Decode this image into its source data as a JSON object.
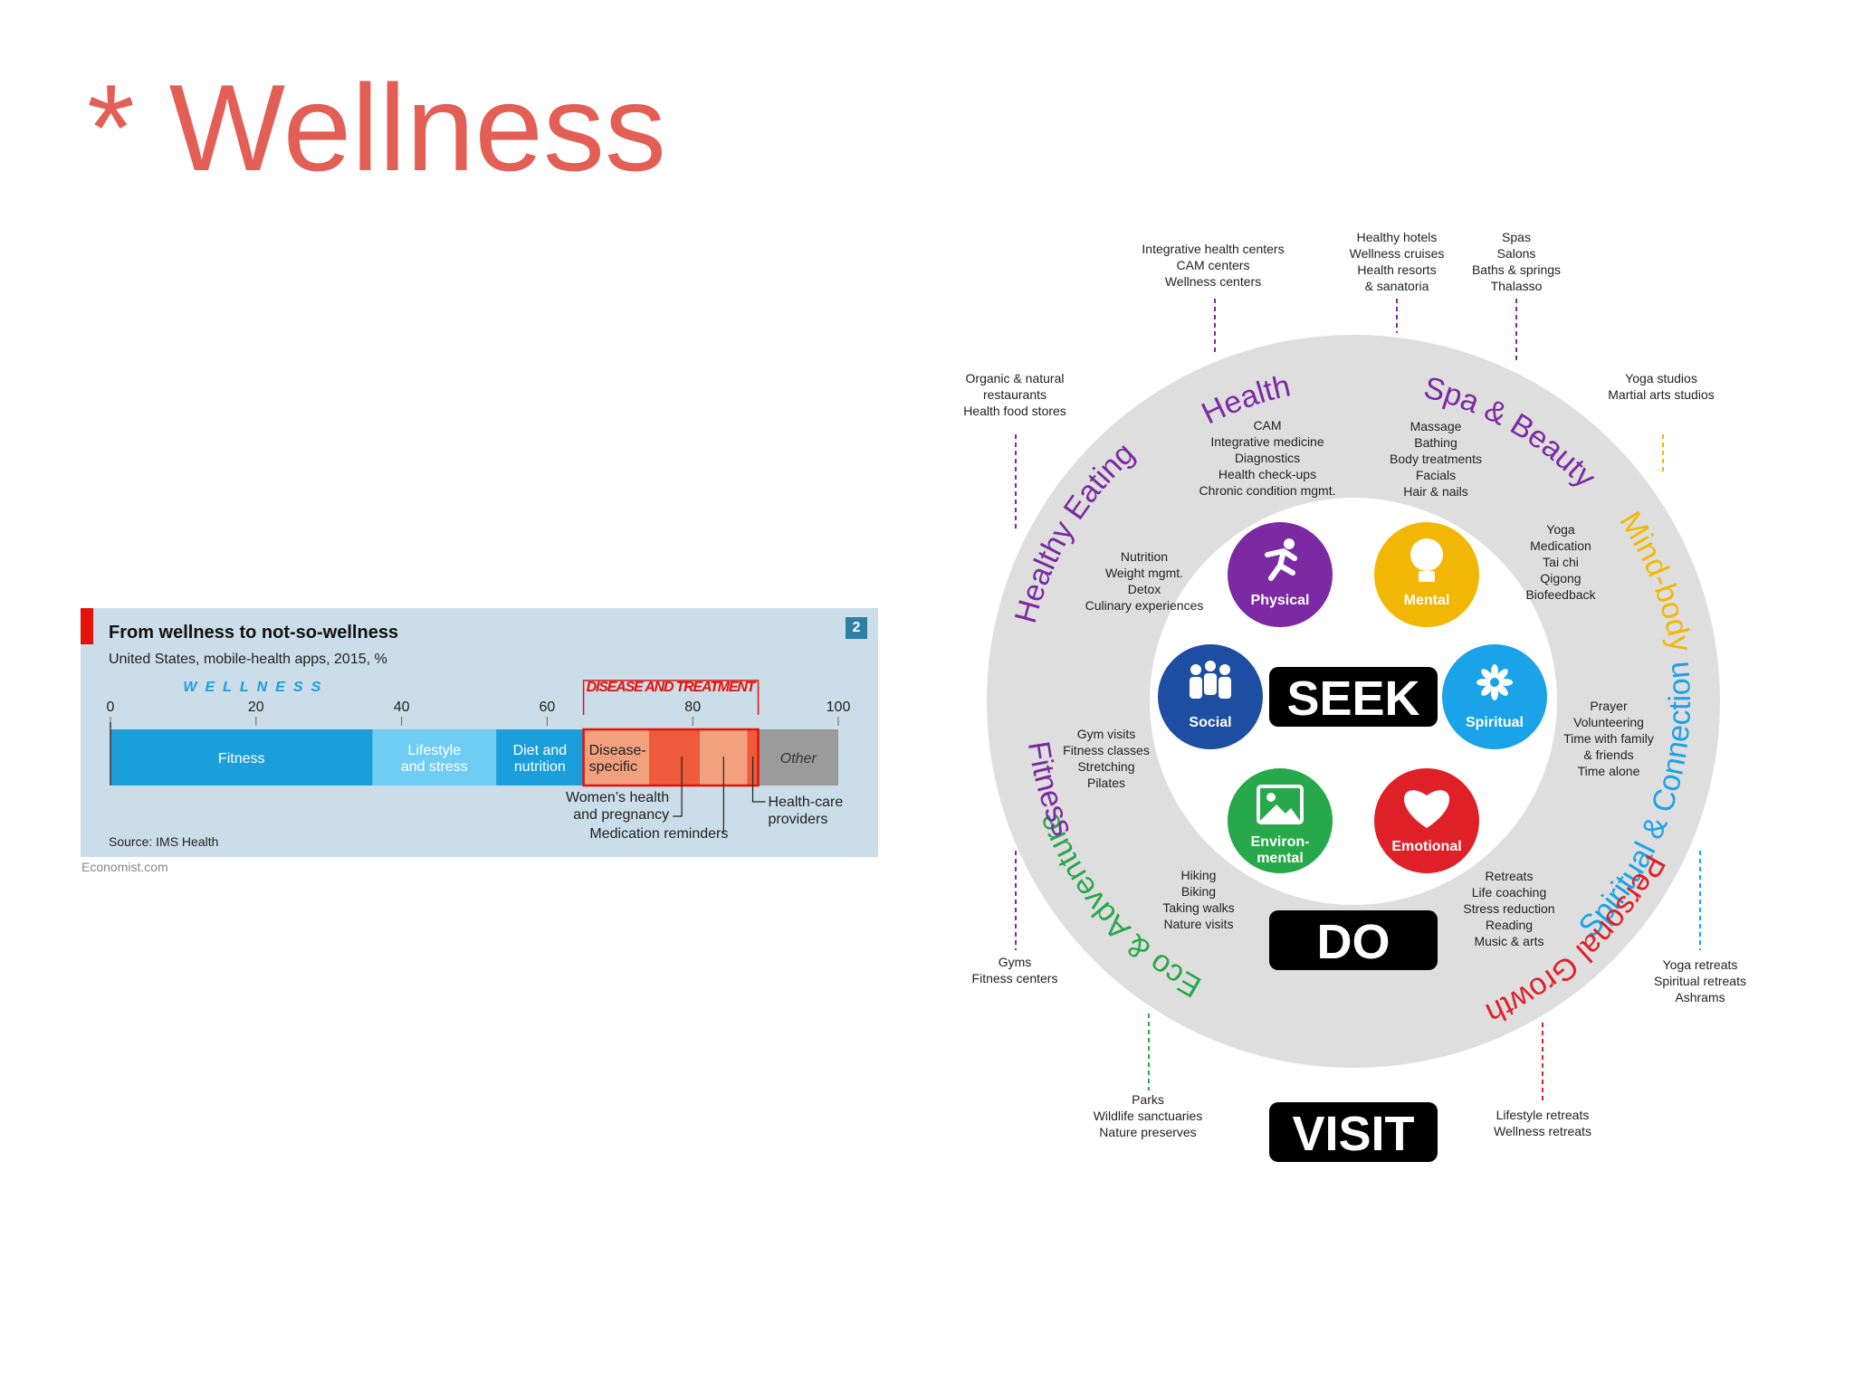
{
  "slide_title": "* Wellness",
  "chart_data": {
    "type": "bar",
    "title": "From wellness to not-so-wellness",
    "subtitle": "United States, mobile-health apps, 2015, %",
    "badge": "2",
    "source": "Source: IMS Health",
    "credit": "Economist.com",
    "xlim": [
      0,
      100
    ],
    "ticks": [
      0,
      20,
      40,
      60,
      80,
      100
    ],
    "group_labels": [
      {
        "label": "WELLNESS",
        "start": 0,
        "end": 40
      },
      {
        "label": "DISEASE AND TREATMENT",
        "start": 65,
        "end": 89
      }
    ],
    "segments": [
      {
        "label": "Fitness",
        "start": 0,
        "end": 36,
        "color": "#1a9fdb"
      },
      {
        "label": "Lifestyle and stress",
        "start": 36,
        "end": 53,
        "color": "#6fcdf4"
      },
      {
        "label": "Diet and nutrition",
        "start": 53,
        "end": 65,
        "color": "#1a9fdb"
      },
      {
        "label": "Disease-specific",
        "start": 65,
        "end": 74,
        "color": "#f2a07e"
      },
      {
        "label": "Women’s health and pregnancy",
        "start": 74,
        "end": 81,
        "color": "#ef5a3a"
      },
      {
        "label": "Medication reminders",
        "start": 81,
        "end": 87.5,
        "color": "#f2a07e"
      },
      {
        "label": "Health-care providers",
        "start": 87.5,
        "end": 89,
        "color": "#ef5a3a"
      },
      {
        "label": "Other",
        "start": 89,
        "end": 100,
        "color": "#9b9b9b"
      }
    ],
    "callouts": [
      "Women’s health and pregnancy",
      "Medication reminders",
      "Health-care providers"
    ]
  },
  "diagram": {
    "center_labels": {
      "seek": "SEEK",
      "do": "DO",
      "visit": "VISIT"
    },
    "colors": {
      "physical": "#7b2aa3",
      "mental": "#f2b705",
      "social": "#1d4ea1",
      "spiritual": "#1aa3e8",
      "environmental": "#27a84a",
      "emotional": "#e02027",
      "ring": "#dedede"
    },
    "dimensions": [
      {
        "key": "physical",
        "label": "Physical",
        "icon": "running-person-icon"
      },
      {
        "key": "mental",
        "label": "Mental",
        "icon": "lightbulb-icon"
      },
      {
        "key": "social",
        "label": "Social",
        "icon": "people-icon"
      },
      {
        "key": "spiritual",
        "label": "Spiritual",
        "icon": "lotus-icon"
      },
      {
        "key": "environmental",
        "label": "Environ-\nmental",
        "icon": "landscape-icon"
      },
      {
        "key": "emotional",
        "label": "Emotional",
        "icon": "heart-icon"
      }
    ],
    "sectors": [
      {
        "label": "Health",
        "color": "#7b2aa3",
        "do_items": [
          "CAM",
          "Integrative medicine",
          "Diagnostics",
          "Health check-ups",
          "Chronic condition mgmt."
        ],
        "visit_items": [
          "Integrative health centers",
          "CAM centers",
          "Wellness centers"
        ]
      },
      {
        "label": "Spa & Beauty",
        "color": "#7b2aa3",
        "do_items": [
          "Massage",
          "Bathing",
          "Body treatments",
          "Facials",
          "Hair & nails"
        ],
        "visit_items": [
          "Spas",
          "Salons",
          "Baths & springs",
          "Thalasso"
        ]
      },
      {
        "label": "Mind-body",
        "color": "#f2b705",
        "do_items": [
          "Yoga",
          "Medication",
          "Tai chi",
          "Qigong",
          "Biofeedback"
        ],
        "visit_items": [
          "Yoga studios",
          "Martial arts studios"
        ]
      },
      {
        "label": "Spiritual & Connection",
        "color": "#1aa3e8",
        "do_items": [
          "Prayer",
          "Volunteering",
          "Time with family",
          "& friends",
          "Time alone"
        ],
        "visit_items": [
          "Yoga retreats",
          "Spiritual retreats",
          "Ashrams"
        ]
      },
      {
        "label": "Personal Growth",
        "color": "#e02027",
        "do_items": [
          "Retreats",
          "Life coaching",
          "Stress reduction",
          "Reading",
          "Music & arts"
        ],
        "visit_items": [
          "Lifestyle retreats",
          "Wellness retreats"
        ]
      },
      {
        "label": "Eco & Adventure",
        "color": "#27a84a",
        "do_items": [
          "Hiking",
          "Biking",
          "Taking walks",
          "Nature visits"
        ],
        "visit_items": [
          "Parks",
          "Wildlife sanctuaries",
          "Nature preserves"
        ]
      },
      {
        "label": "Fitness",
        "color": "#7b2aa3",
        "do_items": [
          "Gym visits",
          "Fitness classes",
          "Stretching",
          "Pilates"
        ],
        "visit_items": [
          "Gyms",
          "Fitness centers"
        ]
      },
      {
        "label": "Healthy Eating",
        "color": "#7b2aa3",
        "do_items": [
          "Nutrition",
          "Weight mgmt.",
          "Detox",
          "Culinary experiences"
        ],
        "visit_items": [
          "Organic & natural",
          "restaurants",
          "Health food stores"
        ]
      }
    ],
    "top_visit_extra": [
      "Healthy hotels",
      "Wellness cruises",
      "Health resorts",
      "& sanatoria"
    ]
  }
}
